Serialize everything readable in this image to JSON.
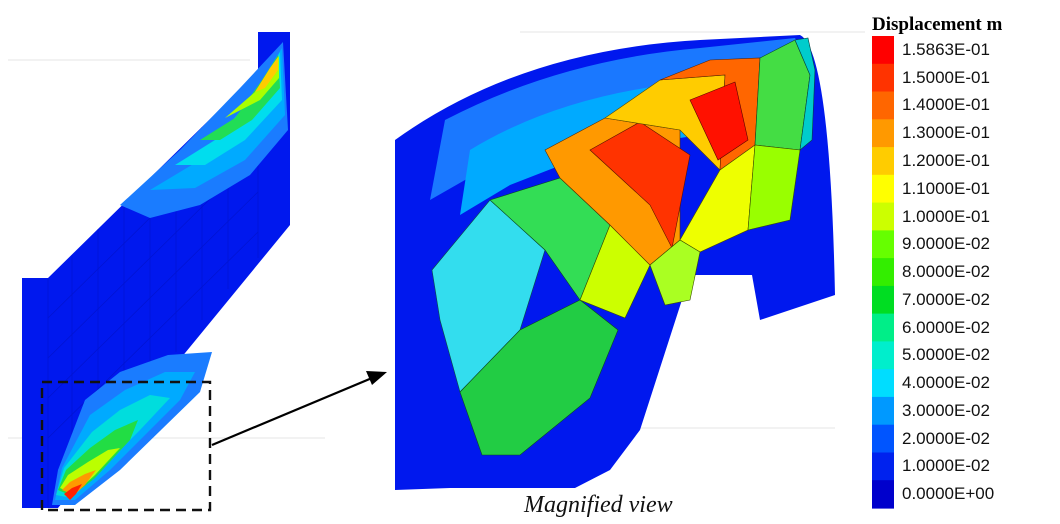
{
  "caption": "Magnified view",
  "legend": {
    "title": "Displacement m",
    "entries": [
      {
        "label": "1.5863E-01",
        "color": "#ff0000"
      },
      {
        "label": "1.5000E-01",
        "color": "#ff3300"
      },
      {
        "label": "1.4000E-01",
        "color": "#ff6600"
      },
      {
        "label": "1.3000E-01",
        "color": "#ff9900"
      },
      {
        "label": "1.2000E-01",
        "color": "#ffcc00"
      },
      {
        "label": "1.1000E-01",
        "color": "#ffff00"
      },
      {
        "label": "1.0000E-01",
        "color": "#ccff00"
      },
      {
        "label": "9.0000E-02",
        "color": "#66ff00"
      },
      {
        "label": "8.0000E-02",
        "color": "#33ee00"
      },
      {
        "label": "7.0000E-02",
        "color": "#00dd22"
      },
      {
        "label": "6.0000E-02",
        "color": "#00ee88"
      },
      {
        "label": "5.0000E-02",
        "color": "#00eecc"
      },
      {
        "label": "4.0000E-02",
        "color": "#00ddff"
      },
      {
        "label": "3.0000E-02",
        "color": "#0099ff"
      },
      {
        "label": "2.0000E-02",
        "color": "#0055ff"
      },
      {
        "label": "1.0000E-02",
        "color": "#0022ee"
      },
      {
        "label": "0.0000E+00",
        "color": "#0000cc"
      }
    ]
  }
}
